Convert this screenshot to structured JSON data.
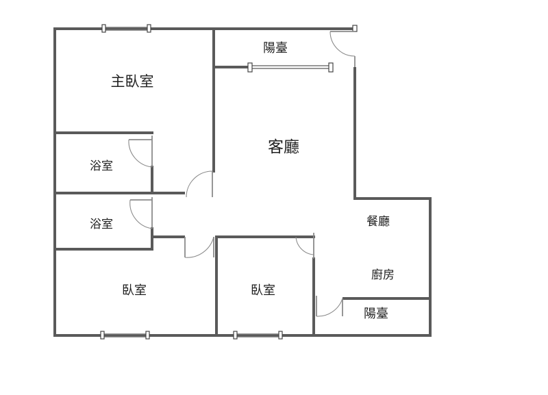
{
  "colors": {
    "wall": "#5a5a5a",
    "window": "#777777",
    "door": "#8a8a8a",
    "text": "#1f1f1f",
    "background": "#ffffff"
  },
  "rooms": {
    "master_bedroom": "主臥室",
    "balcony_top": "陽臺",
    "living_room": "客廳",
    "bathroom_1": "浴室",
    "bathroom_2": "浴室",
    "dining_room": "餐廳",
    "kitchen": "廚房",
    "bedroom_1": "臥室",
    "bedroom_2": "臥室",
    "balcony_bottom": "陽臺"
  }
}
